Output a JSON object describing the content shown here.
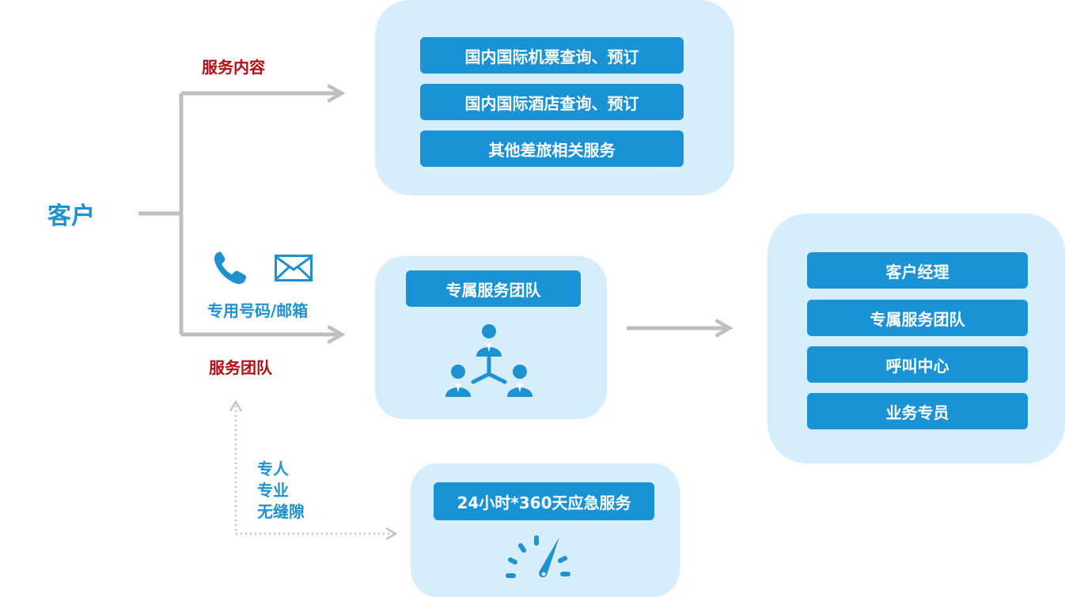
{
  "customer": {
    "label": "客户"
  },
  "branch_top": {
    "label": "服务内容"
  },
  "branch_bottom": {
    "label": "服务团队",
    "contact_label": "专用号码/邮箱",
    "icons": [
      "phone-icon",
      "mail-icon"
    ]
  },
  "service_content": {
    "items": [
      "国内国际机票查询、预订",
      "国内国际酒店查询、预订",
      "其他差旅相关服务"
    ]
  },
  "team": {
    "title": "专属服务团队",
    "icon": "team-network-icon"
  },
  "result": {
    "items": [
      "客户经理",
      "专属服务团队",
      "呼叫中心",
      "业务专员"
    ]
  },
  "traits": {
    "items": [
      "专人",
      "专业",
      "无缝隙"
    ]
  },
  "emergency": {
    "title": "24小时*360天应急服务",
    "icon": "speedometer-icon"
  },
  "colors": {
    "panel_bg": "#d6edfb",
    "pill_bg": "#1a93d6",
    "accent_blue": "#1e92d0",
    "accent_red": "#b20d12",
    "connector_gray": "#bfbfbf"
  }
}
